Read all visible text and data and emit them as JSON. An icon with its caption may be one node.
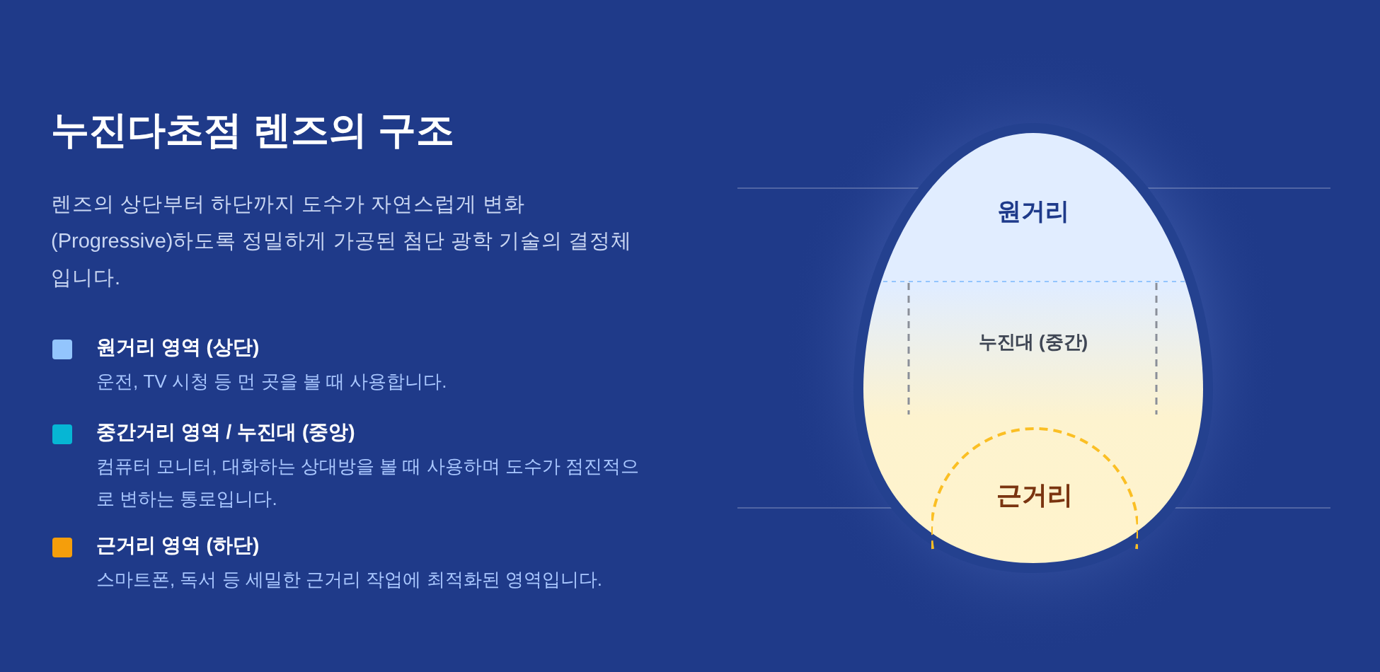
{
  "diagram": {
    "title": "누진다초점 렌즈의 구조",
    "nodes": [
      {
        "text": [],
        "shape": "oval"
      },
      {
        "text": [
          "원거리"
        ],
        "in": 0
      },
      {
        "text": [
          "누진대 (중간)"
        ],
        "in": 0
      },
      {
        "text": [
          "근거리"
        ],
        "in": 0
      }
    ],
    "labels": [
      "렌즈의 상단부터 하단까지 도수가 자연스럽게 변화 (Progressive)하도록 정밀하게 가공된 첨단 광학 기술의 결정체입니다.",
      "운전, TV 시청 등 먼 곳을 볼 때 사용합니다.",
      "컴퓨터 모니터, 대화하는 상대방을 볼 때 사용하며 도수가 점진적으로 변하는 통로입니다.",
      "스마트폰, 독서 등 세밀한 근거리 작업에 최적화된 영역입니다."
    ],
    "legend": [
      {
        "text": "원거리 영역 (상단)",
        "color": "#93c5fd"
      },
      {
        "text": "중간거리 영역 / 누진대 (중앙)",
        "color": "#06b6d4"
      },
      {
        "text": "근거리 영역 (하단)",
        "color": "#f59e0b"
      }
    ]
  }
}
